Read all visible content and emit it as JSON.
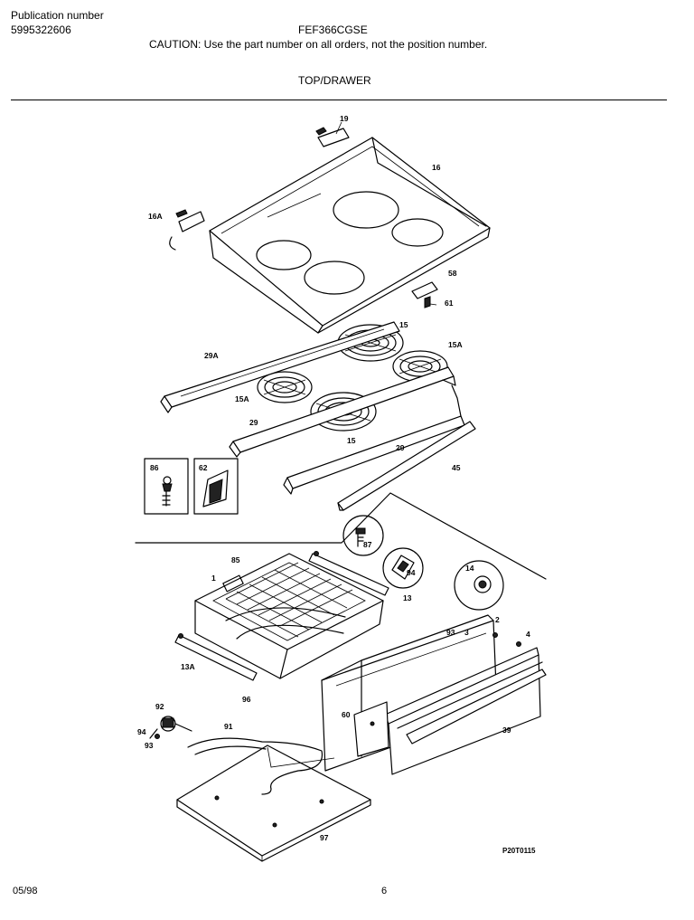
{
  "header": {
    "publication_label": "Publication number",
    "publication_number": "5995322606",
    "model": "FEF366CGSE",
    "caution": "CAUTION:  Use the part number on all orders, not the position number.",
    "section_title": "TOP/DRAWER"
  },
  "callouts": {
    "c19": "19",
    "c16": "16",
    "c16A": "16A",
    "c58": "58",
    "c61": "61",
    "c15_top": "15",
    "c15A_right": "15A",
    "c29A": "29A",
    "c15A_left": "15A",
    "c29_left": "29",
    "c15_mid": "15",
    "c29_right": "29",
    "c45": "45",
    "c86": "86",
    "c62": "62",
    "c87": "87",
    "c85": "85",
    "c1": "1",
    "c94": "94",
    "c13": "13",
    "c14": "14",
    "c2": "2",
    "c4": "4",
    "c3": "3",
    "c93": "93",
    "c13A": "13A",
    "c60": "60",
    "c39": "39",
    "c96": "96",
    "c92": "92",
    "c94b": "94",
    "c93b": "93",
    "c91": "91",
    "c97": "97"
  },
  "diagram_code": "P20T0115",
  "footer": {
    "date": "05/98",
    "page": "6"
  }
}
